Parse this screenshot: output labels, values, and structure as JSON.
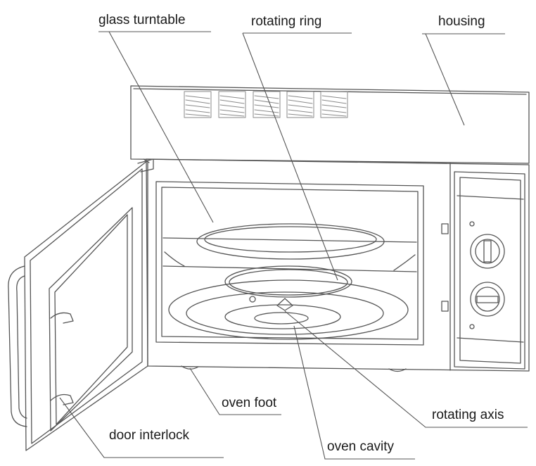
{
  "labels": {
    "glass_turntable": "glass turntable",
    "rotating_ring": "rotating ring",
    "housing": "housing",
    "oven_foot": "oven foot",
    "rotating_axis": "rotating axis",
    "door_interlock": "door interlock",
    "oven_cavity": "oven cavity"
  },
  "colors": {
    "line": "#555555",
    "text": "#1a1a1a",
    "vent": "#8a8a8a"
  }
}
